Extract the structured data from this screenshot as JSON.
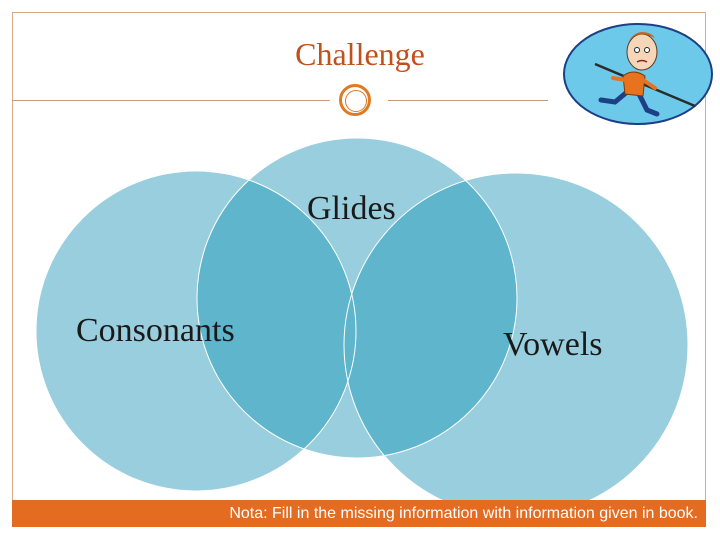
{
  "slide": {
    "title": "Challenge",
    "note": "Nota: Fill in the missing information with information given in book."
  },
  "venn": {
    "sets": [
      {
        "key": "glides",
        "label": "Glides"
      },
      {
        "key": "consonants",
        "label": "Consonants"
      },
      {
        "key": "vowels",
        "label": "Vowels"
      }
    ],
    "colors": {
      "light": "#98cedd",
      "overlap": "#5eb5cc",
      "outline": "#ffffff"
    }
  },
  "theme": {
    "accent": "#e36c21",
    "title_color": "#c0501c"
  },
  "clipart": {
    "icon": "tightrope-walker-icon"
  }
}
